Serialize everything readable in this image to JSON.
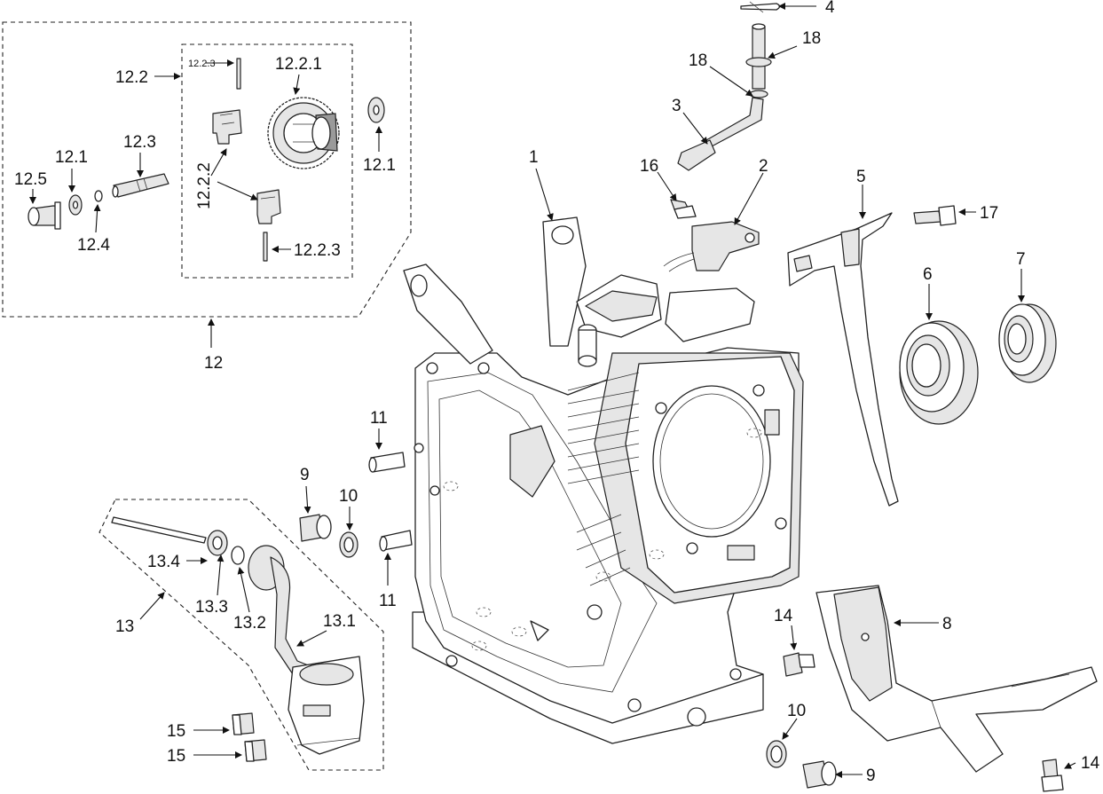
{
  "diagram": {
    "labels": {
      "p1": "1",
      "p2": "2",
      "p3": "3",
      "p4": "4",
      "p5": "5",
      "p6": "6",
      "p7": "7",
      "p8": "8",
      "p9a": "9",
      "p9b": "9",
      "p10a": "10",
      "p10b": "10",
      "p11a": "11",
      "p11b": "11",
      "p12": "12",
      "p12_1a": "12.1",
      "p12_1b": "12.1",
      "p12_2": "12.2",
      "p12_2_1": "12.2.1",
      "p12_2_2": "12.2.2",
      "p12_2_3a": "12.2.3",
      "p12_2_3b": "12.2.3",
      "p12_3": "12.3",
      "p12_4": "12.4",
      "p12_5": "12.5",
      "p13": "13",
      "p13_1": "13.1",
      "p13_2": "13.2",
      "p13_3": "13.3",
      "p13_4": "13.4",
      "p14a": "14",
      "p14b": "14",
      "p15a": "15",
      "p15b": "15",
      "p16": "16",
      "p17": "17",
      "p18a": "18",
      "p18b": "18"
    }
  }
}
